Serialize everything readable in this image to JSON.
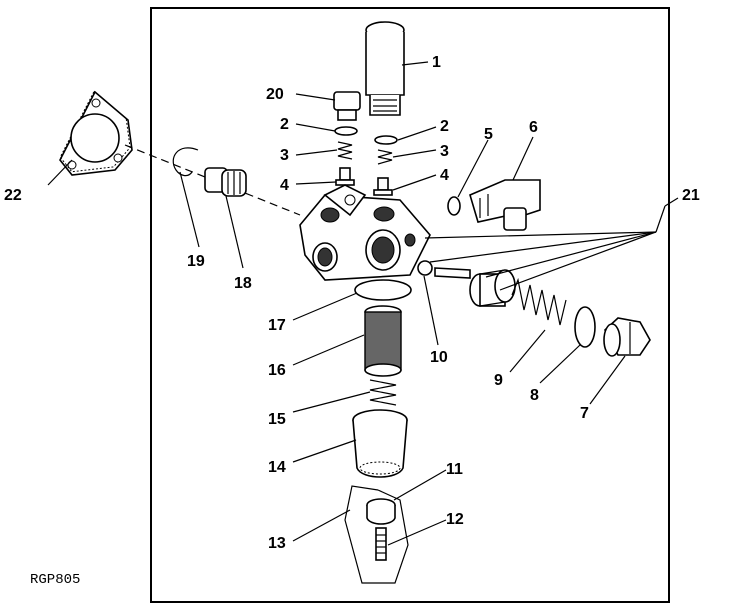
{
  "figure_code": "RGP805",
  "callouts": {
    "c1": "1",
    "c2a": "2",
    "c2b": "2",
    "c3a": "3",
    "c3b": "3",
    "c4a": "4",
    "c4b": "4",
    "c5": "5",
    "c6": "6",
    "c7": "7",
    "c8": "8",
    "c9": "9",
    "c10": "10",
    "c11": "11",
    "c12": "12",
    "c13": "13",
    "c14": "14",
    "c15": "15",
    "c16": "16",
    "c17": "17",
    "c18": "18",
    "c19": "19",
    "c20": "20",
    "c21": "21",
    "c22": "22"
  }
}
